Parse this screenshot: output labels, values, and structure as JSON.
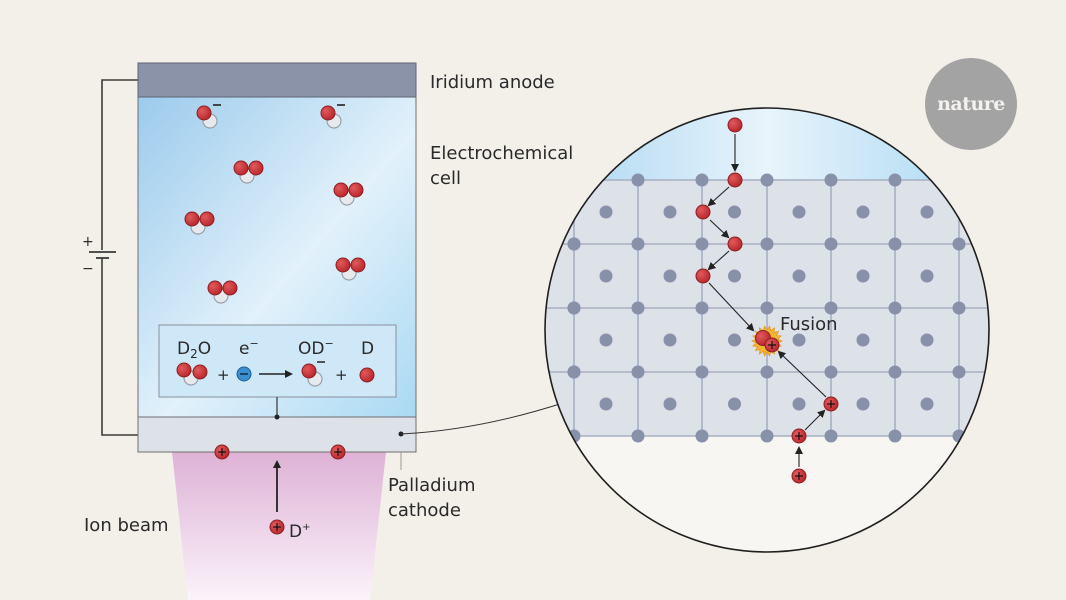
{
  "labels": {
    "anode": "Iridium anode",
    "cell_line1": "Electrochemical",
    "cell_line2": "cell",
    "cathode_line1": "Palladium",
    "cathode_line2": "cathode",
    "ion_beam": "Ion beam",
    "deuteron": "D",
    "deuteron_sup": "+",
    "fusion": "Fusion",
    "battery_plus": "+",
    "battery_minus": "−"
  },
  "equation": {
    "reactant1": "D",
    "reactant1_sub": "2",
    "reactant1_tail": "O",
    "reactant2": "e",
    "reactant2_sup": "−",
    "product1": "OD",
    "product1_sup": "−",
    "product2": "D",
    "plus": "+",
    "charge_minus": "−"
  },
  "brand": {
    "name": "nature"
  },
  "colors": {
    "background": "#f3f0ea",
    "anode": "#8a93a8",
    "cathode": "#dde1e8",
    "electrolyte_top": "#9fcdec",
    "electrolyte_bottom": "#e3f2fb",
    "deuterium": "#c8363a",
    "oxygen": "#e6e9ee",
    "electron": "#3a8fd0",
    "lattice_atom": "#8792aa",
    "lattice_line": "#a7afc2",
    "ion_beam": "#e2bcdb",
    "fusion_glow": "#f2b630"
  }
}
